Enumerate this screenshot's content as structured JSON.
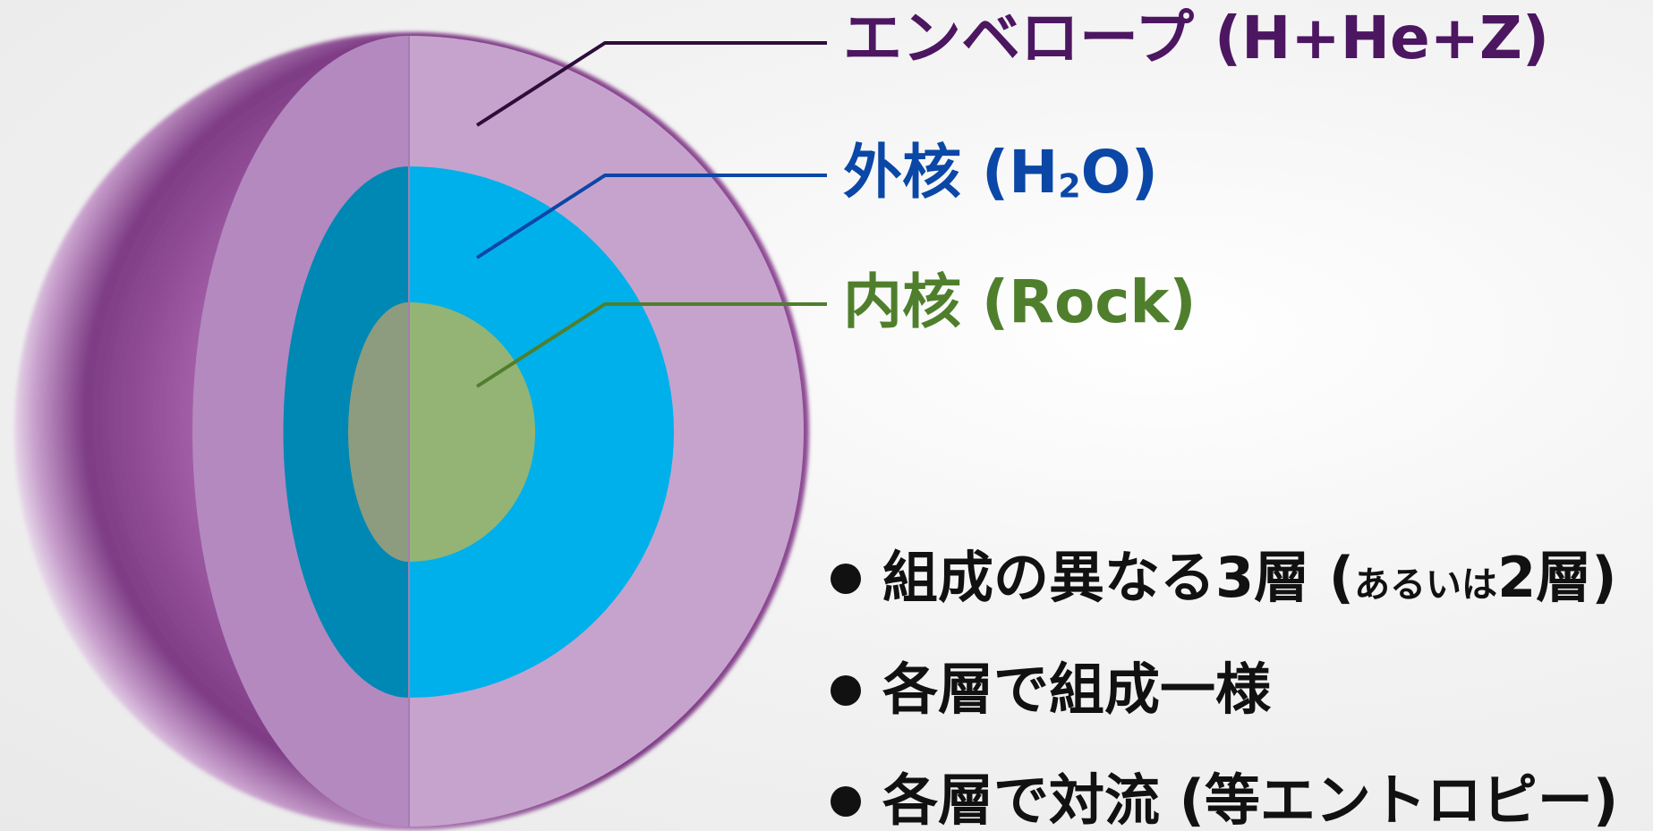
{
  "labels": {
    "envelope": "エンベロープ (H+He+Z)",
    "outer_core_prefix": "外核 (H",
    "outer_core_sub": "2",
    "outer_core_suffix": "O)",
    "inner_core": "内核 (Rock)"
  },
  "bullets": [
    {
      "main": "組成の異なる3層 (",
      "small": "あるいは",
      "tail": "2層)"
    },
    {
      "main": "各層で組成一様"
    },
    {
      "main": "各層で対流 (等エントロピー)"
    }
  ],
  "colors": {
    "envelope_text": "#4c1661",
    "outer_core_text": "#0b47a6",
    "inner_core_text": "#4f7f2c",
    "envelope_outer": "#a561ab",
    "envelope_cut": "#c6a3cd",
    "outer_core": "#00b0ea",
    "inner_core": "#93b474"
  }
}
